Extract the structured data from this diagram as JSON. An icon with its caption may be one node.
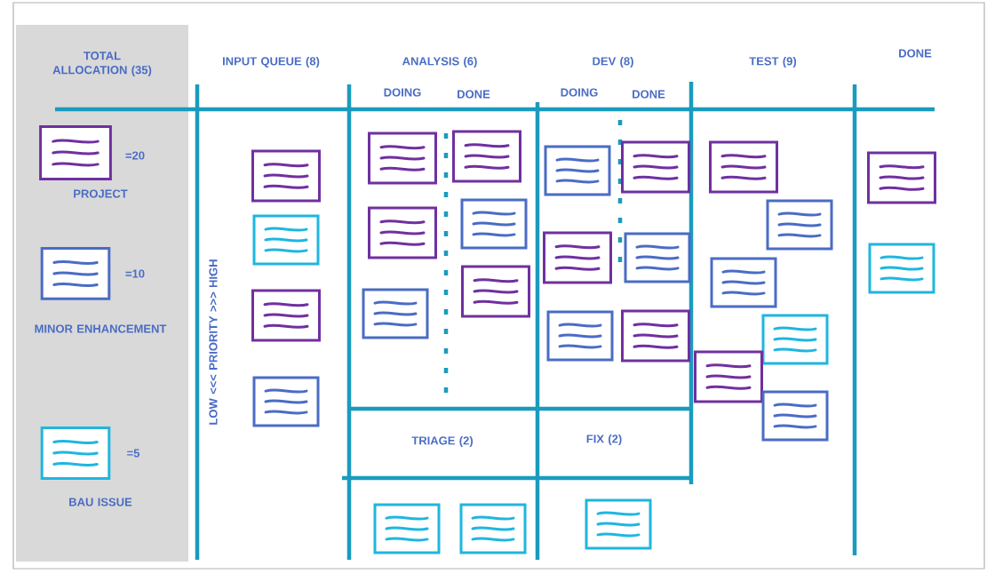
{
  "diagram": {
    "labels": [
      "TOTAL ALLOCATION (35)",
      "INPUT QUEUE (8)",
      "ANALYSIS (6)",
      "DEV (8)",
      "TEST (9)",
      "DONE",
      "DOING",
      "DONE",
      "DOING",
      "DONE",
      "=20",
      "PROJECT",
      "=10",
      "MINOR ENHANCEMENT",
      "LOW <<< PRIORITY >>> HIGH",
      "TRIAGE (2)",
      "FIX (2)",
      "=5",
      "BAU ISSUE"
    ]
  }
}
